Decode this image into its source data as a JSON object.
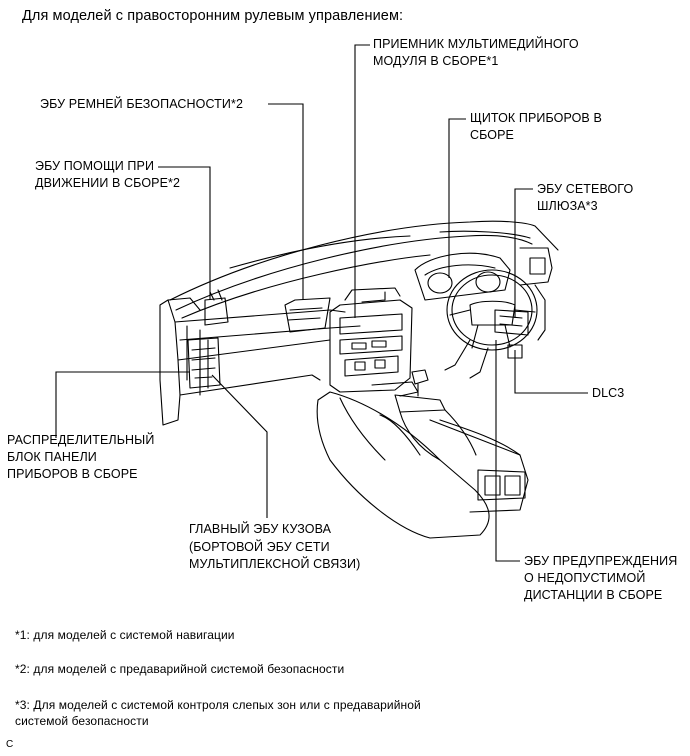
{
  "header": "Для моделей с правосторонним рулевым управлением:",
  "labels": {
    "receiver": [
      "ПРИЕМНИК МУЛЬТИМЕДИЙНОГО",
      "МОДУЛЯ В СБОРЕ*1"
    ],
    "belt_ecu": [
      "ЭБУ РЕМНЕЙ БЕЗОПАСНОСТИ*2"
    ],
    "cluster": [
      "ЩИТОК ПРИБОРОВ В",
      "СБОРЕ"
    ],
    "drive_assist": [
      "ЭБУ ПОМОЩИ ПРИ",
      "ДВИЖЕНИИ В СБОРЕ*2"
    ],
    "gateway": [
      "ЭБУ СЕТЕВОГО",
      "ШЛЮЗА*3"
    ],
    "dlc3": [
      "DLC3"
    ],
    "junction_block": [
      "РАСПРЕДЕЛИТЕЛЬНЫЙ",
      "БЛОК ПАНЕЛИ",
      "ПРИБОРОВ В СБОРЕ"
    ],
    "body_ecu": [
      "ГЛАВНЫЙ ЭБУ КУЗОВА",
      "(БОРТОВОЙ ЭБУ СЕТИ",
      "МУЛЬТИПЛЕКСНОЙ СВЯЗИ)"
    ],
    "distance_ecu": [
      "ЭБУ ПРЕДУПРЕЖДЕНИЯ",
      "О НЕДОПУСТИМОЙ",
      "ДИСТАНЦИИ В СБОРЕ"
    ]
  },
  "footnotes": [
    "*1: для моделей с системой навигации",
    "*2: для моделей с предаварийной системой безопасности",
    "*3: Для моделей с системой контроля слепых зон или с предаварийной",
    "системой безопасности"
  ],
  "corner_mark": "C"
}
